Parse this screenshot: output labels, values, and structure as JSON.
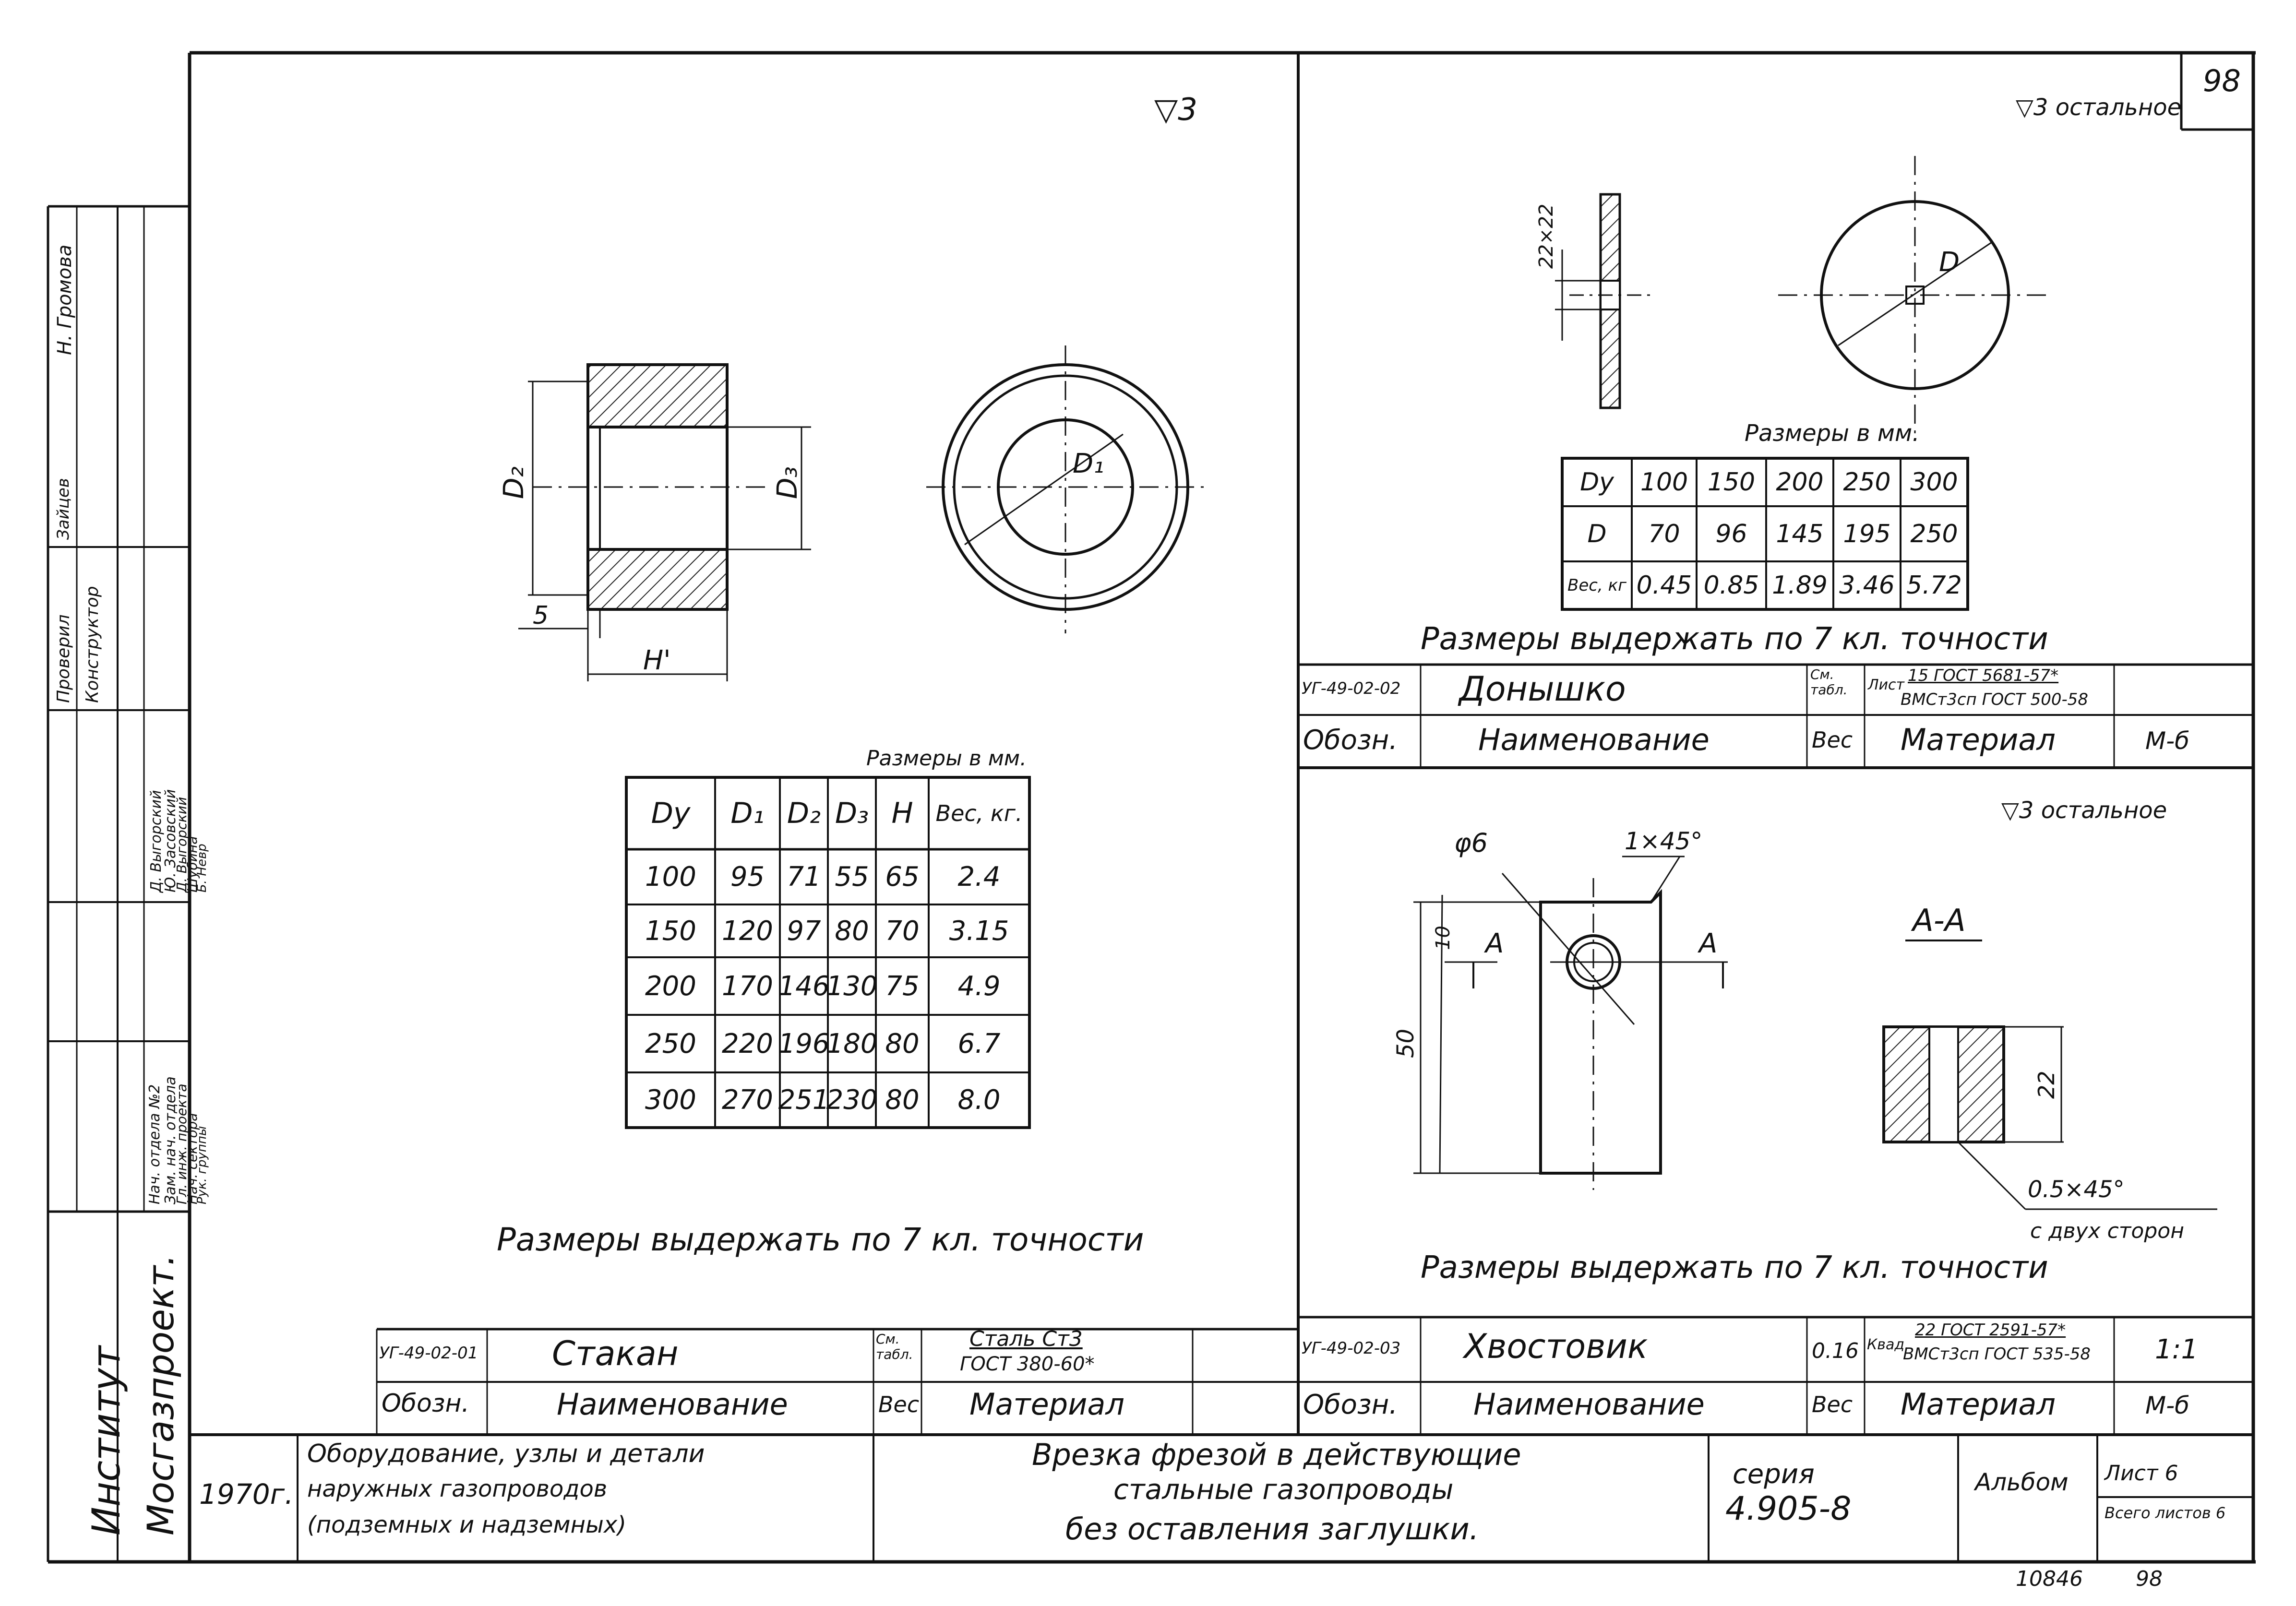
{
  "sheet_number": "98",
  "stamp_bottom": {
    "number": "10846",
    "sheet": "98"
  },
  "left_strip": {
    "institute": "Институт",
    "institute_name": "Мосгазпроект.",
    "roles": [
      "Нач. отдела №2",
      "Зам. нач. отдела",
      "Гл. инж. проекта",
      "Нач. сектора",
      "Рук. группы"
    ],
    "names": [
      "Д. Выгорский",
      "Ю. Засовский",
      "Д. Выгорский",
      "Шубина",
      "Б. Невр"
    ],
    "checked": "Проверил",
    "checked_name": "Зайцев",
    "constructor": "Конструктор",
    "constructor_name": "Н. Громова"
  },
  "part1": {
    "roughness": "▽3",
    "labels": {
      "d2": "D₂",
      "d3": "D₃",
      "d1": "D₁",
      "h": "H'",
      "five": "5"
    },
    "table_caption": "Размеры в мм.",
    "headers": [
      "Dy",
      "D₁",
      "D₂",
      "D₃",
      "H",
      "Вес, кг."
    ],
    "rows": [
      [
        "100",
        "95",
        "71",
        "55",
        "65",
        "2.4"
      ],
      [
        "150",
        "120",
        "97",
        "80",
        "70",
        "3.15"
      ],
      [
        "200",
        "170",
        "146",
        "130",
        "75",
        "4.9"
      ],
      [
        "250",
        "220",
        "196",
        "180",
        "80",
        "6.7"
      ],
      [
        "300",
        "270",
        "251",
        "230",
        "80",
        "8.0"
      ]
    ],
    "accuracy_note": "Размеры выдержать по 7 кл. точности",
    "title_block": {
      "code": "УГ-49-02-01",
      "name": "Стакан",
      "weight_ref": "См. табл.",
      "material_top": "Сталь Ст3",
      "material_bottom": "ГОСТ 380-60*",
      "designation_label": "Обозн.",
      "name_label": "Наименование",
      "weight_label": "Вес",
      "material_label": "Материал"
    }
  },
  "part2": {
    "roughness": "▽3 остальное",
    "labels": {
      "size": "22×22",
      "d": "D"
    },
    "table_caption": "Размеры в мм.",
    "rows": [
      [
        "Dy",
        "100",
        "150",
        "200",
        "250",
        "300"
      ],
      [
        "D",
        "70",
        "96",
        "145",
        "195",
        "250"
      ],
      [
        "Вес, кг",
        "0.45",
        "0.85",
        "1.89",
        "3.46",
        "5.72"
      ]
    ],
    "accuracy_note": "Размеры выдержать по 7 кл. точности",
    "title_block": {
      "code": "УГ-49-02-02",
      "name": "Донышко",
      "weight_ref": "См. табл.",
      "material_prefix": "Лист",
      "material_top": "15 ГОСТ 5681-57*",
      "material_bottom": "ВМСт3сп ГОСТ 500-58",
      "designation_label": "Обозн.",
      "name_label": "Наименование",
      "weight_label": "Вес",
      "material_label": "Материал",
      "scale_label": "М-б"
    }
  },
  "part3": {
    "roughness": "▽3 остальное",
    "labels": {
      "phi": "φ6",
      "chamfer": "1×45°",
      "ten": "10",
      "fifty": "50",
      "a_left": "A",
      "a_right": "A",
      "section": "A-A",
      "twentytwo": "22",
      "chamfer2": "0.5×45°",
      "chamfer2_note": "с двух сторон"
    },
    "accuracy_note": "Размеры выдержать по 7 кл. точности",
    "title_block": {
      "code": "УГ-49-02-03",
      "name": "Хвостовик",
      "weight": "0.16",
      "material_prefix": "Квад.",
      "material_top": "22 ГОСТ 2591-57*",
      "material_bottom": "ВМСт3сп ГОСТ 535-58",
      "scale": "1:1",
      "designation_label": "Обозн.",
      "name_label": "Наименование",
      "weight_label": "Вес",
      "material_label": "Материал",
      "scale_label": "М-б"
    }
  },
  "bottom": {
    "year": "1970г.",
    "album_line1": "Оборудование, узлы и детали",
    "album_line2": "наружных газопроводов",
    "album_line3": "(подземных и надземных)",
    "title_line1": "Врезка фрезой в действующие",
    "title_line2": "стальные газопроводы",
    "title_line3": "без оставления заглушки.",
    "series_label": "серия",
    "series_value": "4.905-8",
    "album": "Альбом",
    "sheet_label": "Лист 6",
    "sheets_total": "Всего листов 6"
  }
}
